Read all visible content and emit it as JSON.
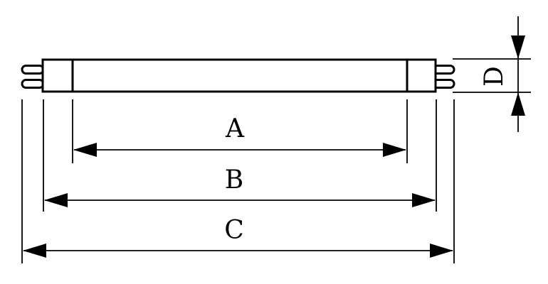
{
  "colors": {
    "line": "#000000",
    "background": "#ffffff"
  },
  "diagram": {
    "dimensions": {
      "a": {
        "label": "A"
      },
      "b": {
        "label": "B"
      },
      "c": {
        "label": "C"
      },
      "d": {
        "label": "D"
      }
    }
  }
}
